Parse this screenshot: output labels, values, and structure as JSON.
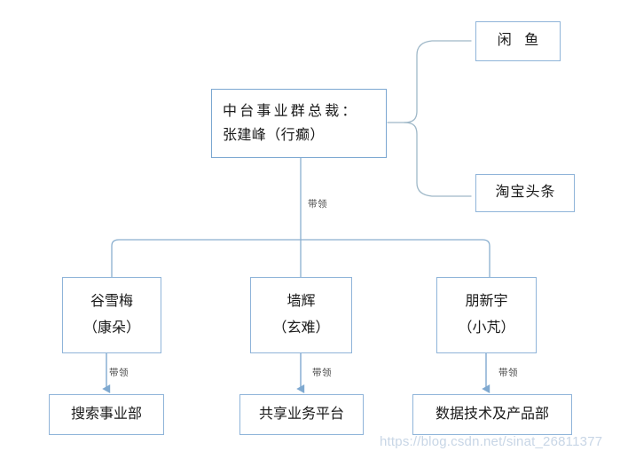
{
  "diagram": {
    "type": "org-chart",
    "title_node": {
      "id": "president",
      "line1": "中台事业群总裁：",
      "line2": "张建峰（行癫）"
    },
    "right_branch": [
      {
        "id": "xianyu",
        "label": "闲 鱼"
      },
      {
        "id": "taobaotoutiao",
        "label": "淘宝头条"
      }
    ],
    "managers": [
      {
        "id": "gu",
        "name": "谷雪梅",
        "alias": "（康朵）"
      },
      {
        "id": "qiang",
        "name": "墙辉",
        "alias": "（玄难）"
      },
      {
        "id": "peng",
        "name": "朋新宇",
        "alias": "（小芃）"
      }
    ],
    "departments": [
      {
        "id": "search",
        "label": "搜索事业部"
      },
      {
        "id": "shared",
        "label": "共享业务平台"
      },
      {
        "id": "data",
        "label": "数据技术及产品部"
      }
    ],
    "edge_labels": {
      "lead_main": "带领",
      "lead_gu": "带领",
      "lead_qiang": "带领",
      "lead_peng": "带领"
    },
    "colors": {
      "box_border": "#8fb4d9",
      "president_border": "#7ba7d1",
      "connector": "#8aafcf",
      "brace": "#9fb8c8",
      "text": "#1a1a1a",
      "label_text": "#4a4a4a",
      "watermark": "#c8d6e6",
      "background": "#ffffff"
    }
  },
  "watermark": {
    "text": "https://blog.csdn.net/sinat_26811377"
  }
}
